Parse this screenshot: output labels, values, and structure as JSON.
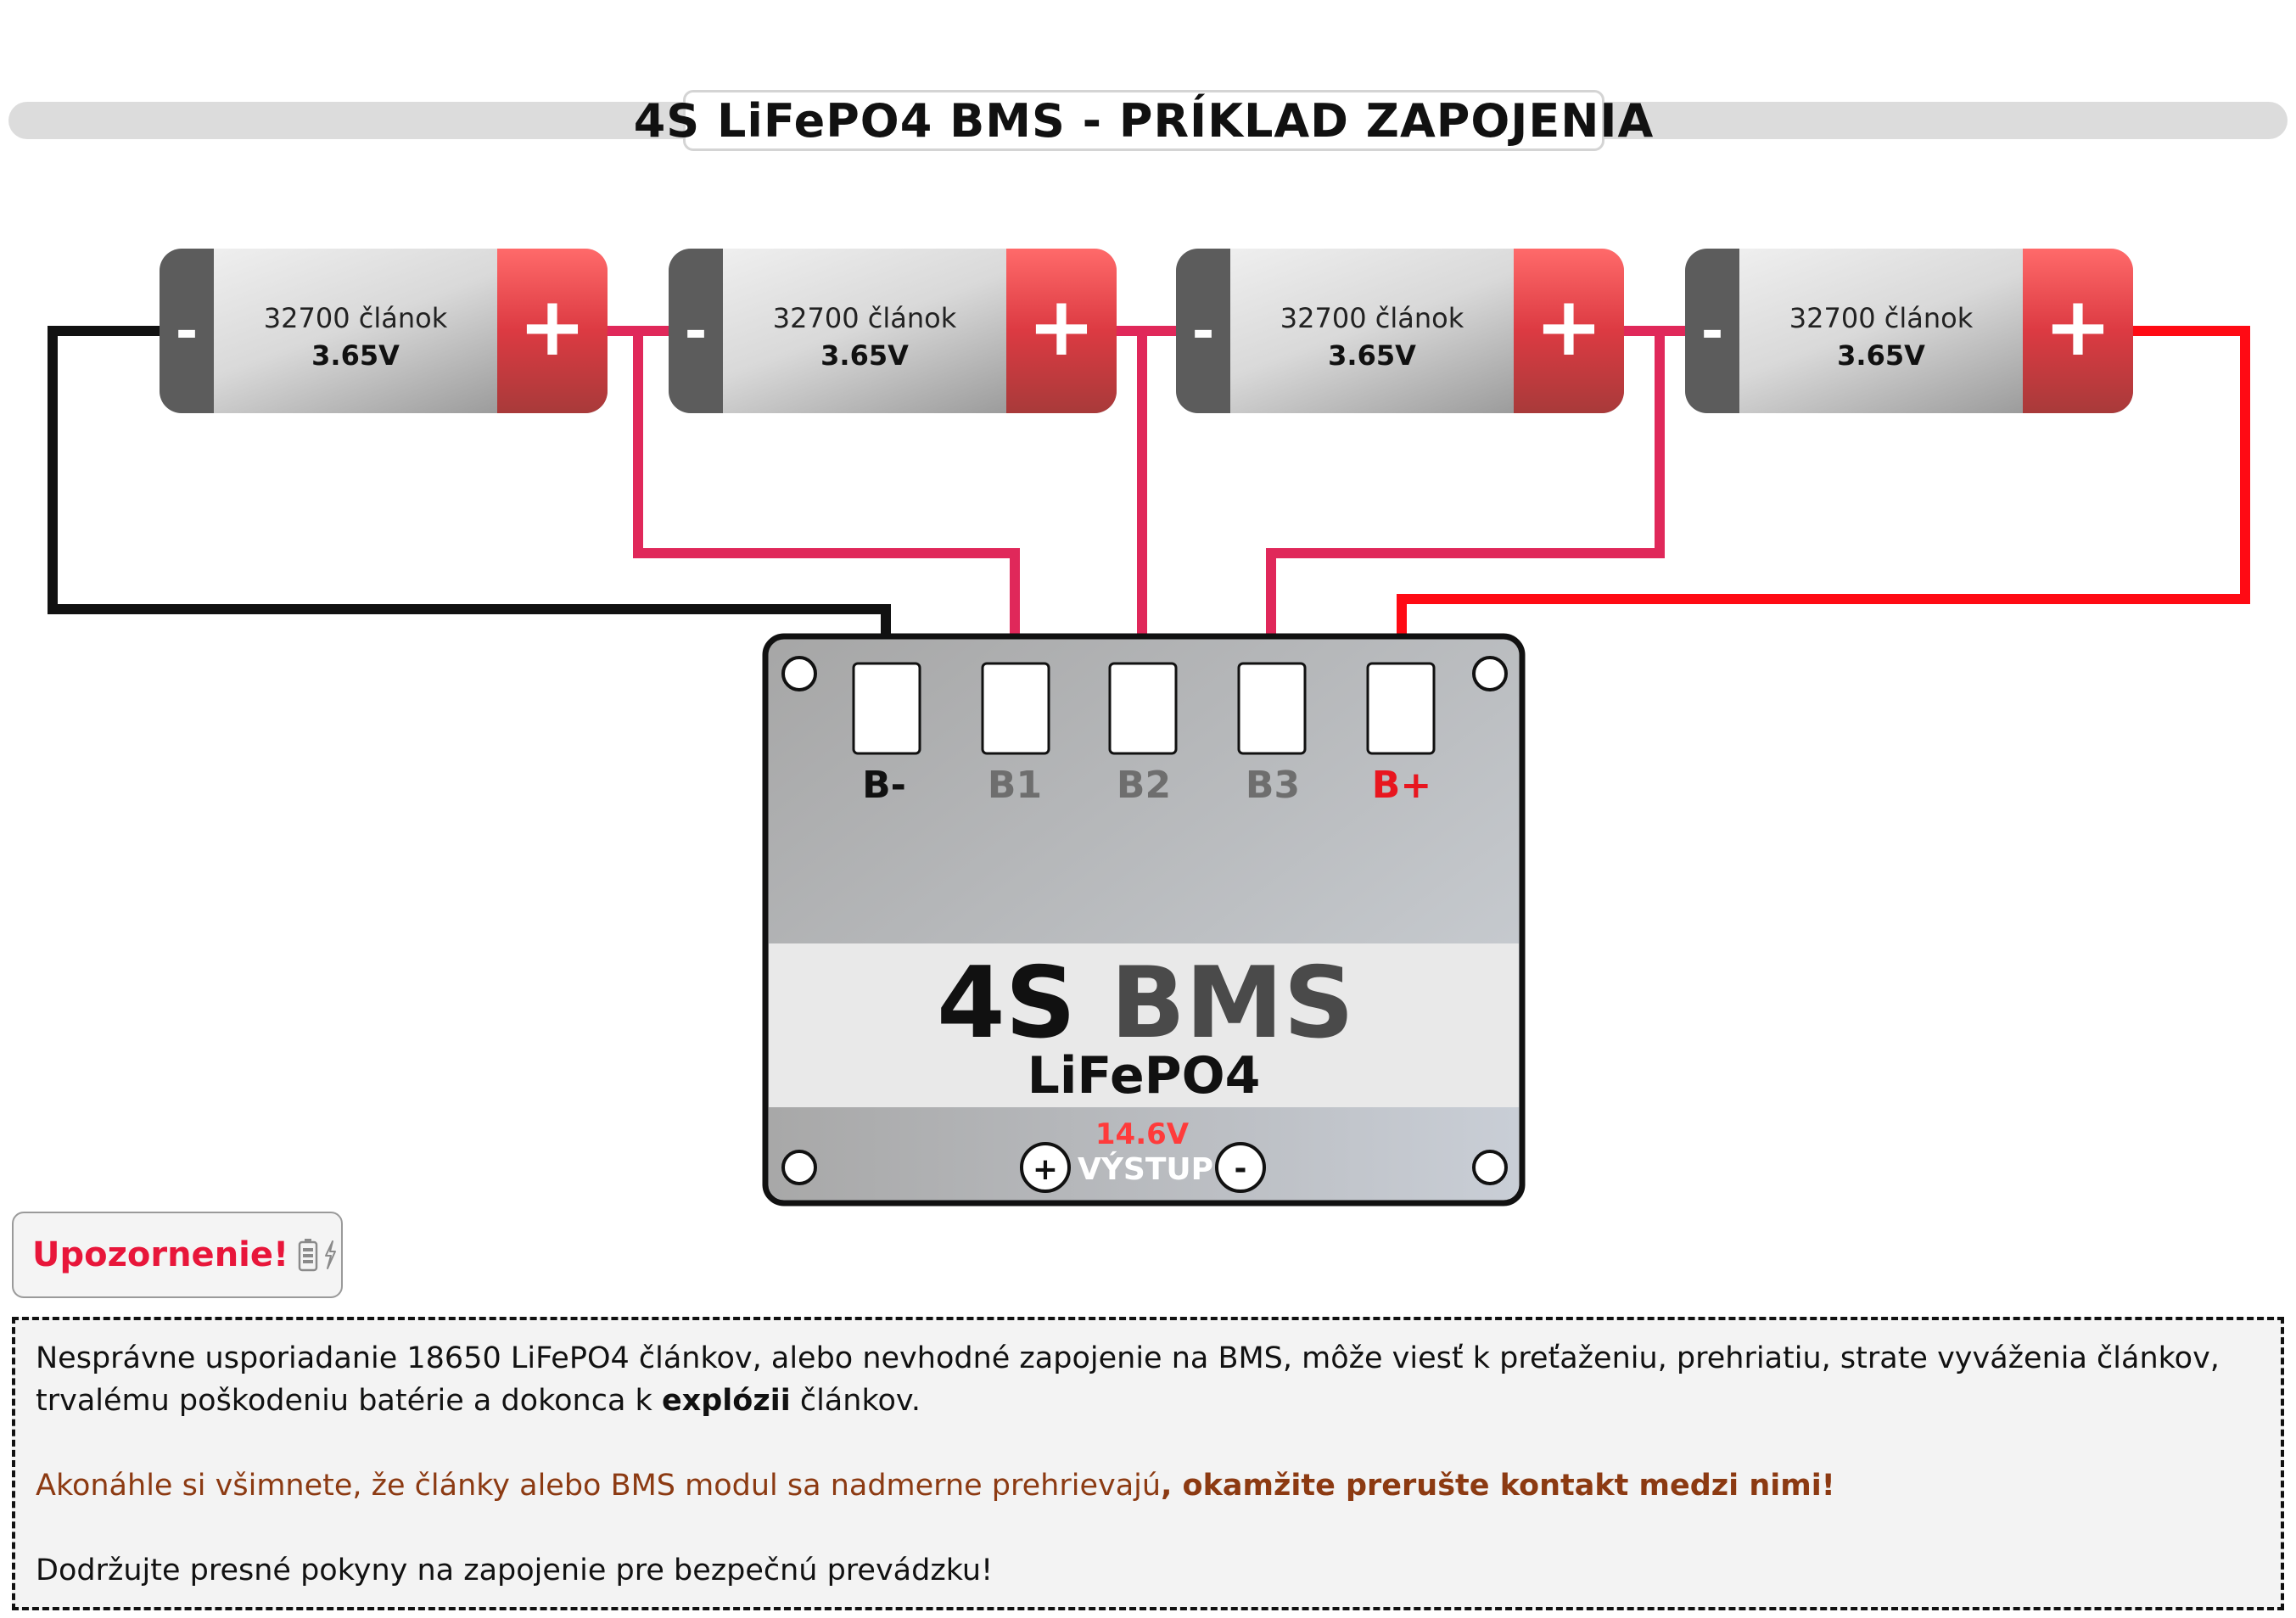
{
  "title": "4S LiFePO4 BMS - PRÍKLAD ZAPOJENIA",
  "cells": [
    {
      "label": "32700 článok",
      "voltage": "3.65V",
      "neg": "-",
      "pos": "+"
    },
    {
      "label": "32700 článok",
      "voltage": "3.65V",
      "neg": "-",
      "pos": "+"
    },
    {
      "label": "32700 článok",
      "voltage": "3.65V",
      "neg": "-",
      "pos": "+"
    },
    {
      "label": "32700 článok",
      "voltage": "3.65V",
      "neg": "-",
      "pos": "+"
    }
  ],
  "bms": {
    "terminals": [
      {
        "label": "B-",
        "color": "#111111"
      },
      {
        "label": "B1",
        "color": "#6e6e6e"
      },
      {
        "label": "B2",
        "color": "#6e6e6e"
      },
      {
        "label": "B3",
        "color": "#6e6e6e"
      },
      {
        "label": "B+",
        "color": "#e8161f"
      }
    ],
    "name_4s": "4S",
    "name_bms": "BMS",
    "chemistry": "LiFePO4",
    "output_voltage": "14.6V",
    "output_label": "VÝSTUP",
    "output_plus": "+",
    "output_minus": "-"
  },
  "colors": {
    "wire_negative": "#111111",
    "wire_balance": "#e0285a",
    "wire_positive": "#ff0a14",
    "terminal_positive": "#e23b44",
    "terminal_negative": "#5c5c5c",
    "warning": "#e8163a",
    "caution_text": "#8c3a12"
  },
  "warning": {
    "label": "Upozornenie!",
    "icons": [
      "battery-icon",
      "lightning-icon"
    ]
  },
  "notice": {
    "p1_text": "Nesprávne usporiadanie 18650 LiFePO4 článkov, alebo nevhodné zapojenie na BMS, môže viesť k preťaženiu, prehriatiu, strate vyváženia článkov, trvalému poškodeniu batérie a dokonca k ",
    "p1_bold": "explózii",
    "p1_end": " článkov.",
    "p2_text": "Akonáhle si všimnete, že články alebo BMS modul sa nadmerne prehrievajú",
    "p2_bold": ", okamžite prerušte kontakt medzi nimi!",
    "p3_text": "Dodržujte presné pokyny na zapojenie pre bezpečnú prevádzku!"
  }
}
